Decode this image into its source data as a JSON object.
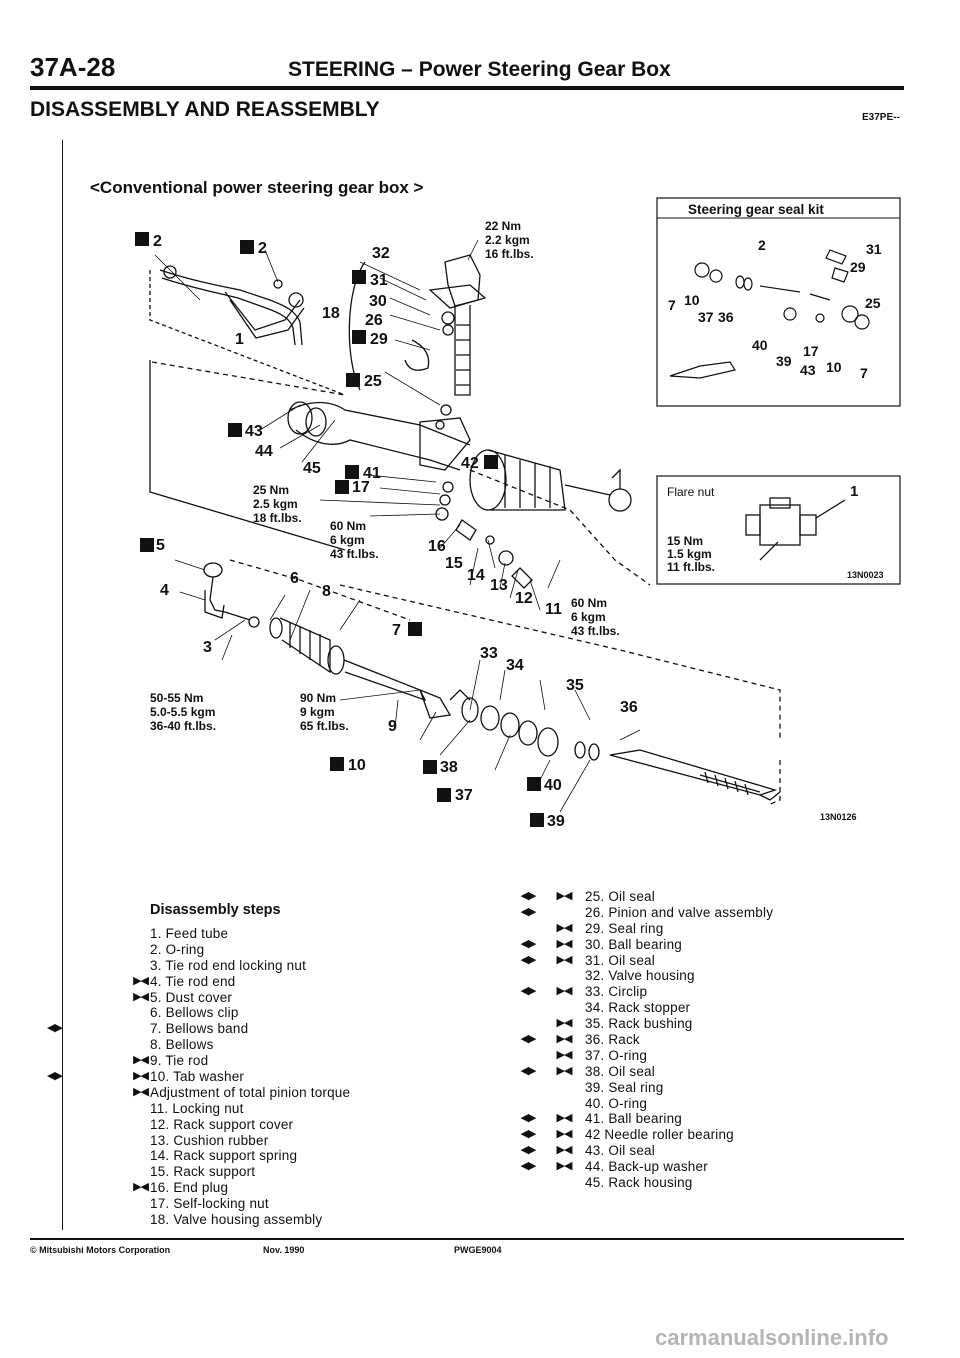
{
  "header": {
    "page_number": "37A-28",
    "section_title": "STEERING – Power Steering Gear Box",
    "main_heading": "DISASSEMBLY AND REASSEMBLY",
    "code": "E37PE--"
  },
  "diagram": {
    "subtitle": "<Conventional power steering gear box >",
    "figure_code": "13N0126",
    "callouts": [
      {
        "id": "c2a",
        "text": "2"
      },
      {
        "id": "c2b",
        "text": "2"
      },
      {
        "id": "c1",
        "text": "1"
      },
      {
        "id": "c18",
        "text": "18"
      },
      {
        "id": "c32",
        "text": "32"
      },
      {
        "id": "c31",
        "text": "31"
      },
      {
        "id": "c30",
        "text": "30"
      },
      {
        "id": "c26",
        "text": "26"
      },
      {
        "id": "c29",
        "text": "29"
      },
      {
        "id": "c25",
        "text": "25"
      },
      {
        "id": "c43",
        "text": "43"
      },
      {
        "id": "c44",
        "text": "44"
      },
      {
        "id": "c45",
        "text": "45"
      },
      {
        "id": "c41",
        "text": "41"
      },
      {
        "id": "c17",
        "text": "17"
      },
      {
        "id": "c42",
        "text": "42"
      },
      {
        "id": "c5",
        "text": "5"
      },
      {
        "id": "c4",
        "text": "4"
      },
      {
        "id": "c3",
        "text": "3"
      },
      {
        "id": "c6",
        "text": "6"
      },
      {
        "id": "c8",
        "text": "8"
      },
      {
        "id": "c7",
        "text": "7"
      },
      {
        "id": "c16",
        "text": "16"
      },
      {
        "id": "c15",
        "text": "15"
      },
      {
        "id": "c14",
        "text": "14"
      },
      {
        "id": "c13",
        "text": "13"
      },
      {
        "id": "c12",
        "text": "12"
      },
      {
        "id": "c11",
        "text": "11"
      },
      {
        "id": "c33",
        "text": "33"
      },
      {
        "id": "c34",
        "text": "34"
      },
      {
        "id": "c35",
        "text": "35"
      },
      {
        "id": "c36",
        "text": "36"
      },
      {
        "id": "c9",
        "text": "9"
      },
      {
        "id": "c10",
        "text": "10"
      },
      {
        "id": "c38",
        "text": "38"
      },
      {
        "id": "c37",
        "text": "37"
      },
      {
        "id": "c40",
        "text": "40"
      },
      {
        "id": "c39",
        "text": "39"
      }
    ],
    "torques": [
      {
        "id": "t1",
        "lines": [
          "22 Nm",
          "2.2 kgm",
          "16 ft.lbs."
        ]
      },
      {
        "id": "t2",
        "lines": [
          "25 Nm",
          "2.5 kgm",
          "18 ft.lbs."
        ]
      },
      {
        "id": "t3",
        "lines": [
          "60 Nm",
          "6 kgm",
          "43 ft.lbs."
        ]
      },
      {
        "id": "t4",
        "lines": [
          "60 Nm",
          "6 kgm",
          "43 ft.lbs."
        ]
      },
      {
        "id": "t5",
        "lines": [
          "50-55 Nm",
          "5.0-5.5 kgm",
          "36-40 ft.lbs."
        ]
      },
      {
        "id": "t6",
        "lines": [
          "90 Nm",
          "9 kgm",
          "65 ft.lbs."
        ]
      }
    ]
  },
  "seal_kit": {
    "title": "Steering gear seal kit",
    "labels": [
      "2",
      "31",
      "29",
      "7",
      "10",
      "25",
      "37",
      "36",
      "40",
      "39",
      "17",
      "43",
      "10",
      "7"
    ]
  },
  "flare_nut": {
    "title": "Flare nut",
    "part": "1",
    "torque": [
      "15 Nm",
      "1.5 kgm",
      "11 ft.lbs."
    ],
    "figure_code": "13N0023"
  },
  "steps_heading": "Disassembly steps",
  "steps_left": [
    {
      "m1": "",
      "m2": "",
      "text": "1. Feed tube"
    },
    {
      "m1": "",
      "m2": "",
      "text": "2. O-ring"
    },
    {
      "m1": "",
      "m2": "",
      "text": "3. Tie rod end locking nut"
    },
    {
      "m1": "",
      "m2": "▶◀",
      "text": "4. Tie rod end"
    },
    {
      "m1": "",
      "m2": "▶◀",
      "text": "5. Dust cover"
    },
    {
      "m1": "",
      "m2": "",
      "text": "6. Bellows clip"
    },
    {
      "m1": "◀▶",
      "m2": "",
      "text": "7. Bellows band"
    },
    {
      "m1": "",
      "m2": "",
      "text": "8. Bellows"
    },
    {
      "m1": "",
      "m2": "▶◀",
      "text": "9. Tie rod"
    },
    {
      "m1": "◀▶",
      "m2": "▶◀",
      "text": "10. Tab washer"
    },
    {
      "m1": "",
      "m2": "▶◀",
      "text": "Adjustment of total pinion torque"
    },
    {
      "m1": "",
      "m2": "",
      "text": "11. Locking nut"
    },
    {
      "m1": "",
      "m2": "",
      "text": "12. Rack support cover"
    },
    {
      "m1": "",
      "m2": "",
      "text": "13. Cushion rubber"
    },
    {
      "m1": "",
      "m2": "",
      "text": "14. Rack support spring"
    },
    {
      "m1": "",
      "m2": "",
      "text": "15. Rack support"
    },
    {
      "m1": "",
      "m2": "▶◀",
      "text": "16. End plug"
    },
    {
      "m1": "",
      "m2": "",
      "text": "17. Self-locking nut"
    },
    {
      "m1": "",
      "m2": "",
      "text": "18. Valve housing assembly"
    }
  ],
  "steps_right": [
    {
      "m1": "◀▶",
      "m2": "▶◀",
      "text": "25. Oil seal"
    },
    {
      "m1": "◀▶",
      "m2": "",
      "text": "26. Pinion and valve assembly"
    },
    {
      "m1": "",
      "m2": "▶◀",
      "text": "29. Seal ring"
    },
    {
      "m1": "◀▶",
      "m2": "▶◀",
      "text": "30. Ball bearing"
    },
    {
      "m1": "◀▶",
      "m2": "▶◀",
      "text": "31. Oil seal"
    },
    {
      "m1": "",
      "m2": "",
      "text": "32. Valve housing"
    },
    {
      "m1": "◀▶",
      "m2": "▶◀",
      "text": "33. Circlip"
    },
    {
      "m1": "",
      "m2": "",
      "text": "34. Rack stopper"
    },
    {
      "m1": "",
      "m2": "▶◀",
      "text": "35. Rack bushing"
    },
    {
      "m1": "◀▶",
      "m2": "▶◀",
      "text": "36. Rack"
    },
    {
      "m1": "",
      "m2": "▶◀",
      "text": "37. O-ring"
    },
    {
      "m1": "◀▶",
      "m2": "▶◀",
      "text": "38. Oil seal"
    },
    {
      "m1": "",
      "m2": "",
      "text": "39. Seal ring"
    },
    {
      "m1": "",
      "m2": "",
      "text": "40. O-ring"
    },
    {
      "m1": "◀▶",
      "m2": "▶◀",
      "text": "41. Ball bearing"
    },
    {
      "m1": "◀▶",
      "m2": "▶◀",
      "text": "42 Needle roller bearing"
    },
    {
      "m1": "◀▶",
      "m2": "▶◀",
      "text": "43. Oil seal"
    },
    {
      "m1": "◀▶",
      "m2": "▶◀",
      "text": "44. Back-up washer"
    },
    {
      "m1": "",
      "m2": "",
      "text": "45. Rack housing"
    }
  ],
  "footer": {
    "copyright": "© Mitsubishi Motors Corporation",
    "date": "Nov. 1990",
    "doc_id": "PWGE9004"
  },
  "watermark": "carmanualsonline.info"
}
